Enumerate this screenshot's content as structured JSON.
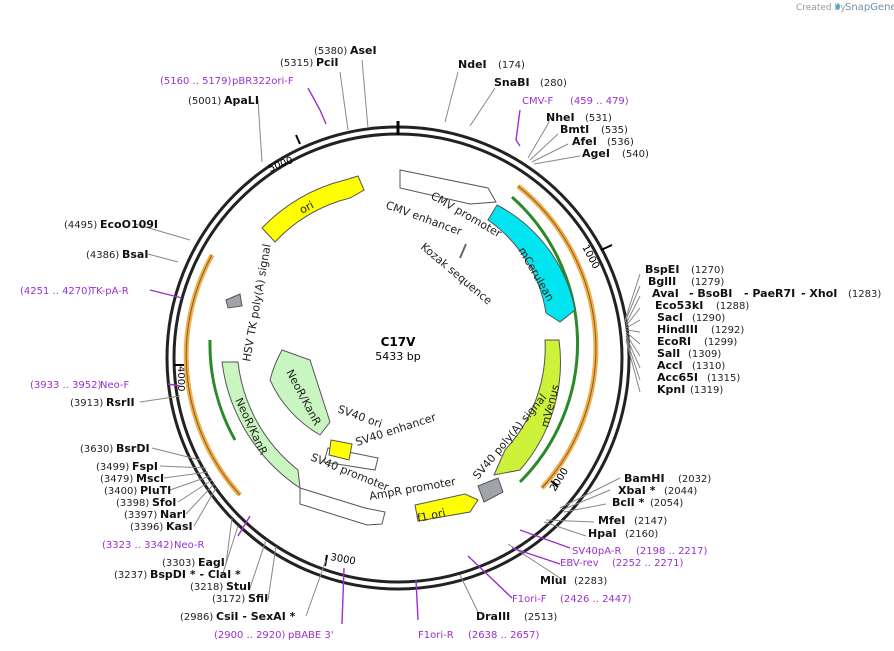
{
  "credit": {
    "prefix": "Created by",
    "brand": "SnapGene"
  },
  "plasmid": {
    "name": "C17V",
    "size_label": "5433 bp",
    "length": 5433
  },
  "ticks": [
    {
      "pos": 1000,
      "label": "1000"
    },
    {
      "pos": 2000,
      "label": "2000"
    },
    {
      "pos": 3000,
      "label": "3000"
    },
    {
      "pos": 4000,
      "label": "4000"
    },
    {
      "pos": 5000,
      "label": "5000"
    }
  ],
  "features": {
    "cmv_enhancer": "CMV enhancer",
    "cmv_promoter": "CMV promoter",
    "kozak": "Kozak sequence",
    "mcerulean": "mCerulean",
    "mvenus": "mVenus",
    "sv40_polya": "SV40 poly(A) signal",
    "f1_ori": "f1 ori",
    "ampr_promoter": "AmpR promoter",
    "sv40_promoter": "SV40 promoter",
    "sv40_enhancer": "SV40 enhancer",
    "sv40_ori": "SV40 ori",
    "neor_inner": "NeoR/KanR",
    "neor_outer": "NeoR/KanR",
    "hsv_tk_polya": "HSV TK poly(A) signal",
    "ori": "ori"
  },
  "enzymes_right": [
    {
      "name": "NdeI",
      "pos": "(174)"
    },
    {
      "name": "SnaBI",
      "pos": "(280)"
    },
    {
      "name": "NheI",
      "pos": "(531)"
    },
    {
      "name": "BmtI",
      "pos": "(535)"
    },
    {
      "name": "AfeI",
      "pos": "(536)"
    },
    {
      "name": "AgeI",
      "pos": "(540)"
    },
    {
      "name": "BspEI",
      "pos": "(1270)"
    },
    {
      "name": "BglII",
      "pos": "(1279)"
    },
    {
      "name": "AvaI",
      "pos": ""
    },
    {
      "name": "- BsoBI",
      "pos": ""
    },
    {
      "name": "- PaeR7I",
      "pos": ""
    },
    {
      "name": "- XhoI",
      "pos": "(1283)"
    },
    {
      "name": "Eco53kI",
      "pos": "(1288)"
    },
    {
      "name": "SacI",
      "pos": "(1290)"
    },
    {
      "name": "HindIII",
      "pos": "(1292)"
    },
    {
      "name": "EcoRI",
      "pos": "(1299)"
    },
    {
      "name": "SalI",
      "pos": "(1309)"
    },
    {
      "name": "AccI",
      "pos": "(1310)"
    },
    {
      "name": "Acc65I",
      "pos": "(1315)"
    },
    {
      "name": "KpnI",
      "pos": "(1319)"
    },
    {
      "name": "BamHI",
      "pos": "(2032)"
    },
    {
      "name": "XbaI *",
      "pos": "(2044)"
    },
    {
      "name": "BclI *",
      "pos": "(2054)"
    },
    {
      "name": "MfeI",
      "pos": "(2147)"
    },
    {
      "name": "HpaI",
      "pos": "(2160)"
    },
    {
      "name": "MluI",
      "pos": "(2283)"
    },
    {
      "name": "DraIII",
      "pos": "(2513)"
    }
  ],
  "enzymes_left": [
    {
      "name": "AseI",
      "pos": "(5380)"
    },
    {
      "name": "PciI",
      "pos": "(5315)"
    },
    {
      "name": "ApaLI",
      "pos": "(5001)"
    },
    {
      "name": "EcoO109I",
      "pos": "(4495)"
    },
    {
      "name": "BsaI",
      "pos": "(4386)"
    },
    {
      "name": "RsrII",
      "pos": "(3913)"
    },
    {
      "name": "BsrDI",
      "pos": "(3630)"
    },
    {
      "name": "FspI",
      "pos": "(3499)"
    },
    {
      "name": "MscI",
      "pos": "(3479)"
    },
    {
      "name": "PluTI",
      "pos": "(3400)"
    },
    {
      "name": "SfoI",
      "pos": "(3398)"
    },
    {
      "name": "NarI",
      "pos": "(3397)"
    },
    {
      "name": "KasI",
      "pos": "(3396)"
    },
    {
      "name": "EagI",
      "pos": "(3303)"
    },
    {
      "name": "BspDI * - ClaI *",
      "pos": "(3237)"
    },
    {
      "name": "StuI",
      "pos": "(3218)"
    },
    {
      "name": "SfiI",
      "pos": "(3172)"
    },
    {
      "name": "CsiI - SexAI *",
      "pos": "(2986)"
    }
  ],
  "primers": [
    {
      "name": "pBR322ori-F",
      "range": "(5160 .. 5179)"
    },
    {
      "name": "CMV-F",
      "range": "(459 .. 479)"
    },
    {
      "name": "TK-pA-R",
      "range": "(4251 .. 4270)"
    },
    {
      "name": "Neo-F",
      "range": "(3933 .. 3952)"
    },
    {
      "name": "Neo-R",
      "range": "(3323 .. 3342)"
    },
    {
      "name": "SV40pA-R",
      "range": "(2198 .. 2217)"
    },
    {
      "name": "EBV-rev",
      "range": "(2252 .. 2271)"
    },
    {
      "name": "F1ori-F",
      "range": "(2426 .. 2447)"
    },
    {
      "name": "F1ori-R",
      "range": "(2638 .. 2657)"
    },
    {
      "name": "pBABE 3'",
      "range": "(2900 .. 2920)"
    }
  ],
  "colors": {
    "backbone": "#222222",
    "promoter": "#ffffff",
    "mcerulean": "#00e5f0",
    "mvenus": "#ccf23a",
    "ori": "#ffff00",
    "neor": "#c8f5c0",
    "polya": "#a0a4aa",
    "orf_outer": "#f0b050",
    "orf_inner": "#2a8a2a",
    "primer": "#9a30d0"
  }
}
